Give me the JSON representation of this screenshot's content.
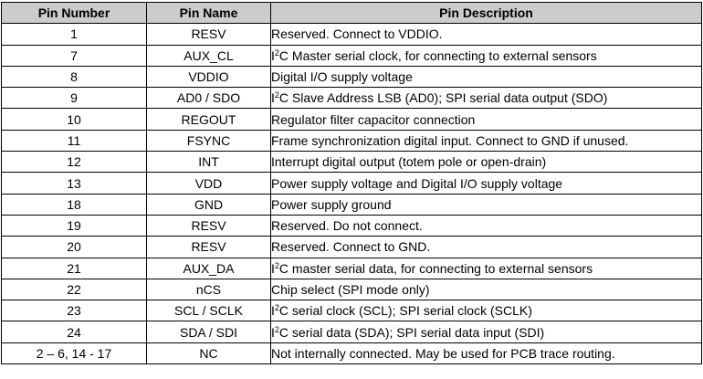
{
  "table": {
    "headers": [
      "Pin Number",
      "Pin Name",
      "Pin Description"
    ],
    "rows": [
      {
        "num": "1",
        "name": "RESV",
        "desc": "Reserved.  Connect to VDDIO."
      },
      {
        "num": "7",
        "name": "AUX_CL",
        "desc_pre": "I",
        "desc_sup": "2",
        "desc": "C Master serial clock, for connecting to external sensors"
      },
      {
        "num": "8",
        "name": "VDDIO",
        "desc": "Digital I/O supply voltage"
      },
      {
        "num": "9",
        "name": "AD0 / SDO",
        "desc_pre": "I",
        "desc_sup": "2",
        "desc": "C Slave Address LSB (AD0); SPI serial data output (SDO)"
      },
      {
        "num": "10",
        "name": "REGOUT",
        "desc": "Regulator filter capacitor connection"
      },
      {
        "num": "11",
        "name": "FSYNC",
        "desc": "Frame synchronization digital input. Connect to GND if unused."
      },
      {
        "num": "12",
        "name": "INT",
        "desc": "Interrupt digital output (totem pole or open-drain)"
      },
      {
        "num": "13",
        "name": "VDD",
        "desc": "Power supply voltage and Digital I/O supply voltage"
      },
      {
        "num": "18",
        "name": "GND",
        "desc": "Power supply ground"
      },
      {
        "num": "19",
        "name": "RESV",
        "desc": "Reserved. Do not connect."
      },
      {
        "num": "20",
        "name": "RESV",
        "desc": "Reserved. Connect to GND."
      },
      {
        "num": "21",
        "name": "AUX_DA",
        "desc_pre": "I",
        "desc_sup": "2",
        "desc": "C master serial data, for connecting to external sensors"
      },
      {
        "num": "22",
        "name": "nCS",
        "desc": "Chip select (SPI mode only)"
      },
      {
        "num": "23",
        "name": "SCL / SCLK",
        "desc_pre": "I",
        "desc_sup": "2",
        "desc": "C serial clock (SCL); SPI serial clock (SCLK)"
      },
      {
        "num": "24",
        "name": "SDA / SDI",
        "desc_pre": "I",
        "desc_sup": "2",
        "desc": "C serial data (SDA); SPI serial data input (SDI)"
      },
      {
        "num": "2 – 6, 14 - 17",
        "name": "NC",
        "desc": "Not internally connected. May be used for PCB trace routing."
      }
    ]
  }
}
